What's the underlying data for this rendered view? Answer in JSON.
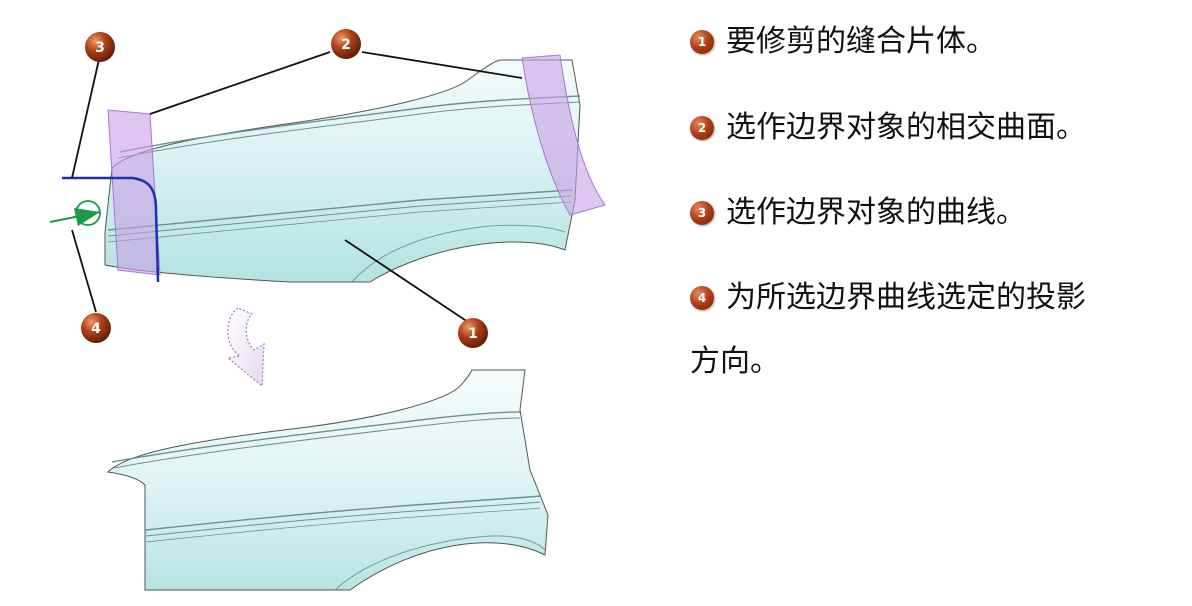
{
  "callouts": [
    "1",
    "2",
    "3",
    "4"
  ],
  "legend": [
    {
      "num": "1",
      "text": "要修剪的缝合片体。"
    },
    {
      "num": "2",
      "text": "选作边界对象的相交曲面。"
    },
    {
      "num": "3",
      "text": "选作边界对象的曲线。"
    },
    {
      "num": "4",
      "text": "为所选边界曲线选定的投影",
      "continuation": "方向。"
    }
  ],
  "colors": {
    "panel_light": "#e6f6f6",
    "panel_mid": "#cdeeee",
    "panel_dark": "#a9dcdc",
    "boundary_surface": "#c8a0e6",
    "boundary_curve": "#1f2fb0",
    "projection_arrow": "#1a9a4a",
    "callout_badge": "#a83a14"
  }
}
